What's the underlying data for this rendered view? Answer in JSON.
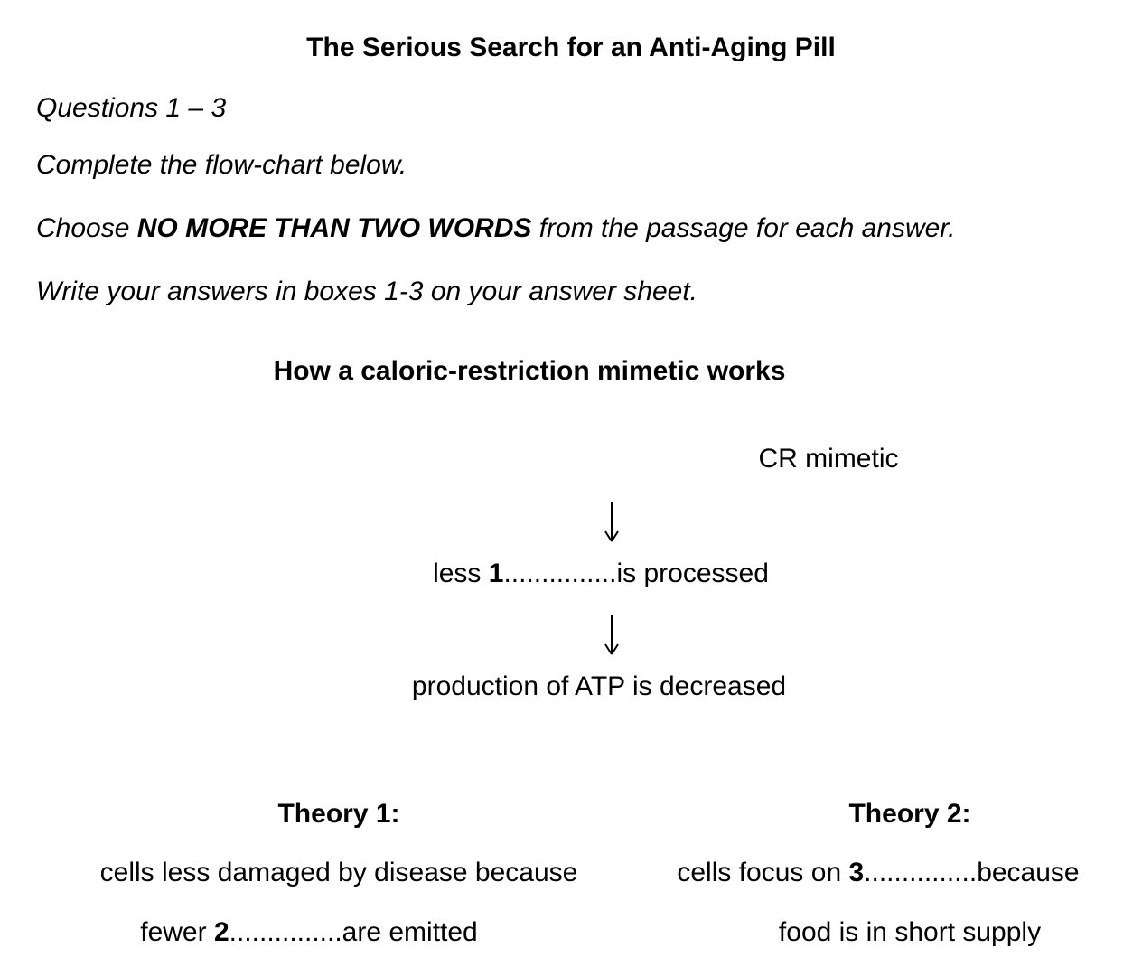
{
  "colors": {
    "background": "#ffffff",
    "text": "#000000"
  },
  "header": {
    "title": "The Serious Search for an Anti-Aging Pill"
  },
  "instructions": {
    "questions_range": "Questions 1 – 3",
    "complete": "Complete the flow-chart below.",
    "choose_prefix": "Choose ",
    "choose_bold": "NO MORE THAN TWO WORDS",
    "choose_suffix": " from the passage for each answer.",
    "write": "Write your answers in boxes 1-3 on your answer sheet."
  },
  "flowchart": {
    "heading": "How a caloric-restriction mimetic works",
    "start_node": "CR mimetic",
    "arrow_icon": "down-arrow",
    "q1": {
      "prefix": "less ",
      "number": "1",
      "dots": "...............",
      "suffix": "is processed"
    },
    "atp_node": "production of ATP is decreased"
  },
  "theories": {
    "theory1": {
      "heading": "Theory 1:",
      "line1": "cells less damaged by disease because",
      "line2_prefix": "fewer ",
      "line2_number": "2",
      "line2_dots": "...............",
      "line2_suffix": "are emitted"
    },
    "theory2": {
      "heading": "Theory 2:",
      "line1_prefix": "cells focus on ",
      "line1_number": "3",
      "line1_dots": "...............",
      "line1_suffix": "because",
      "line2": "food is in short supply"
    }
  }
}
